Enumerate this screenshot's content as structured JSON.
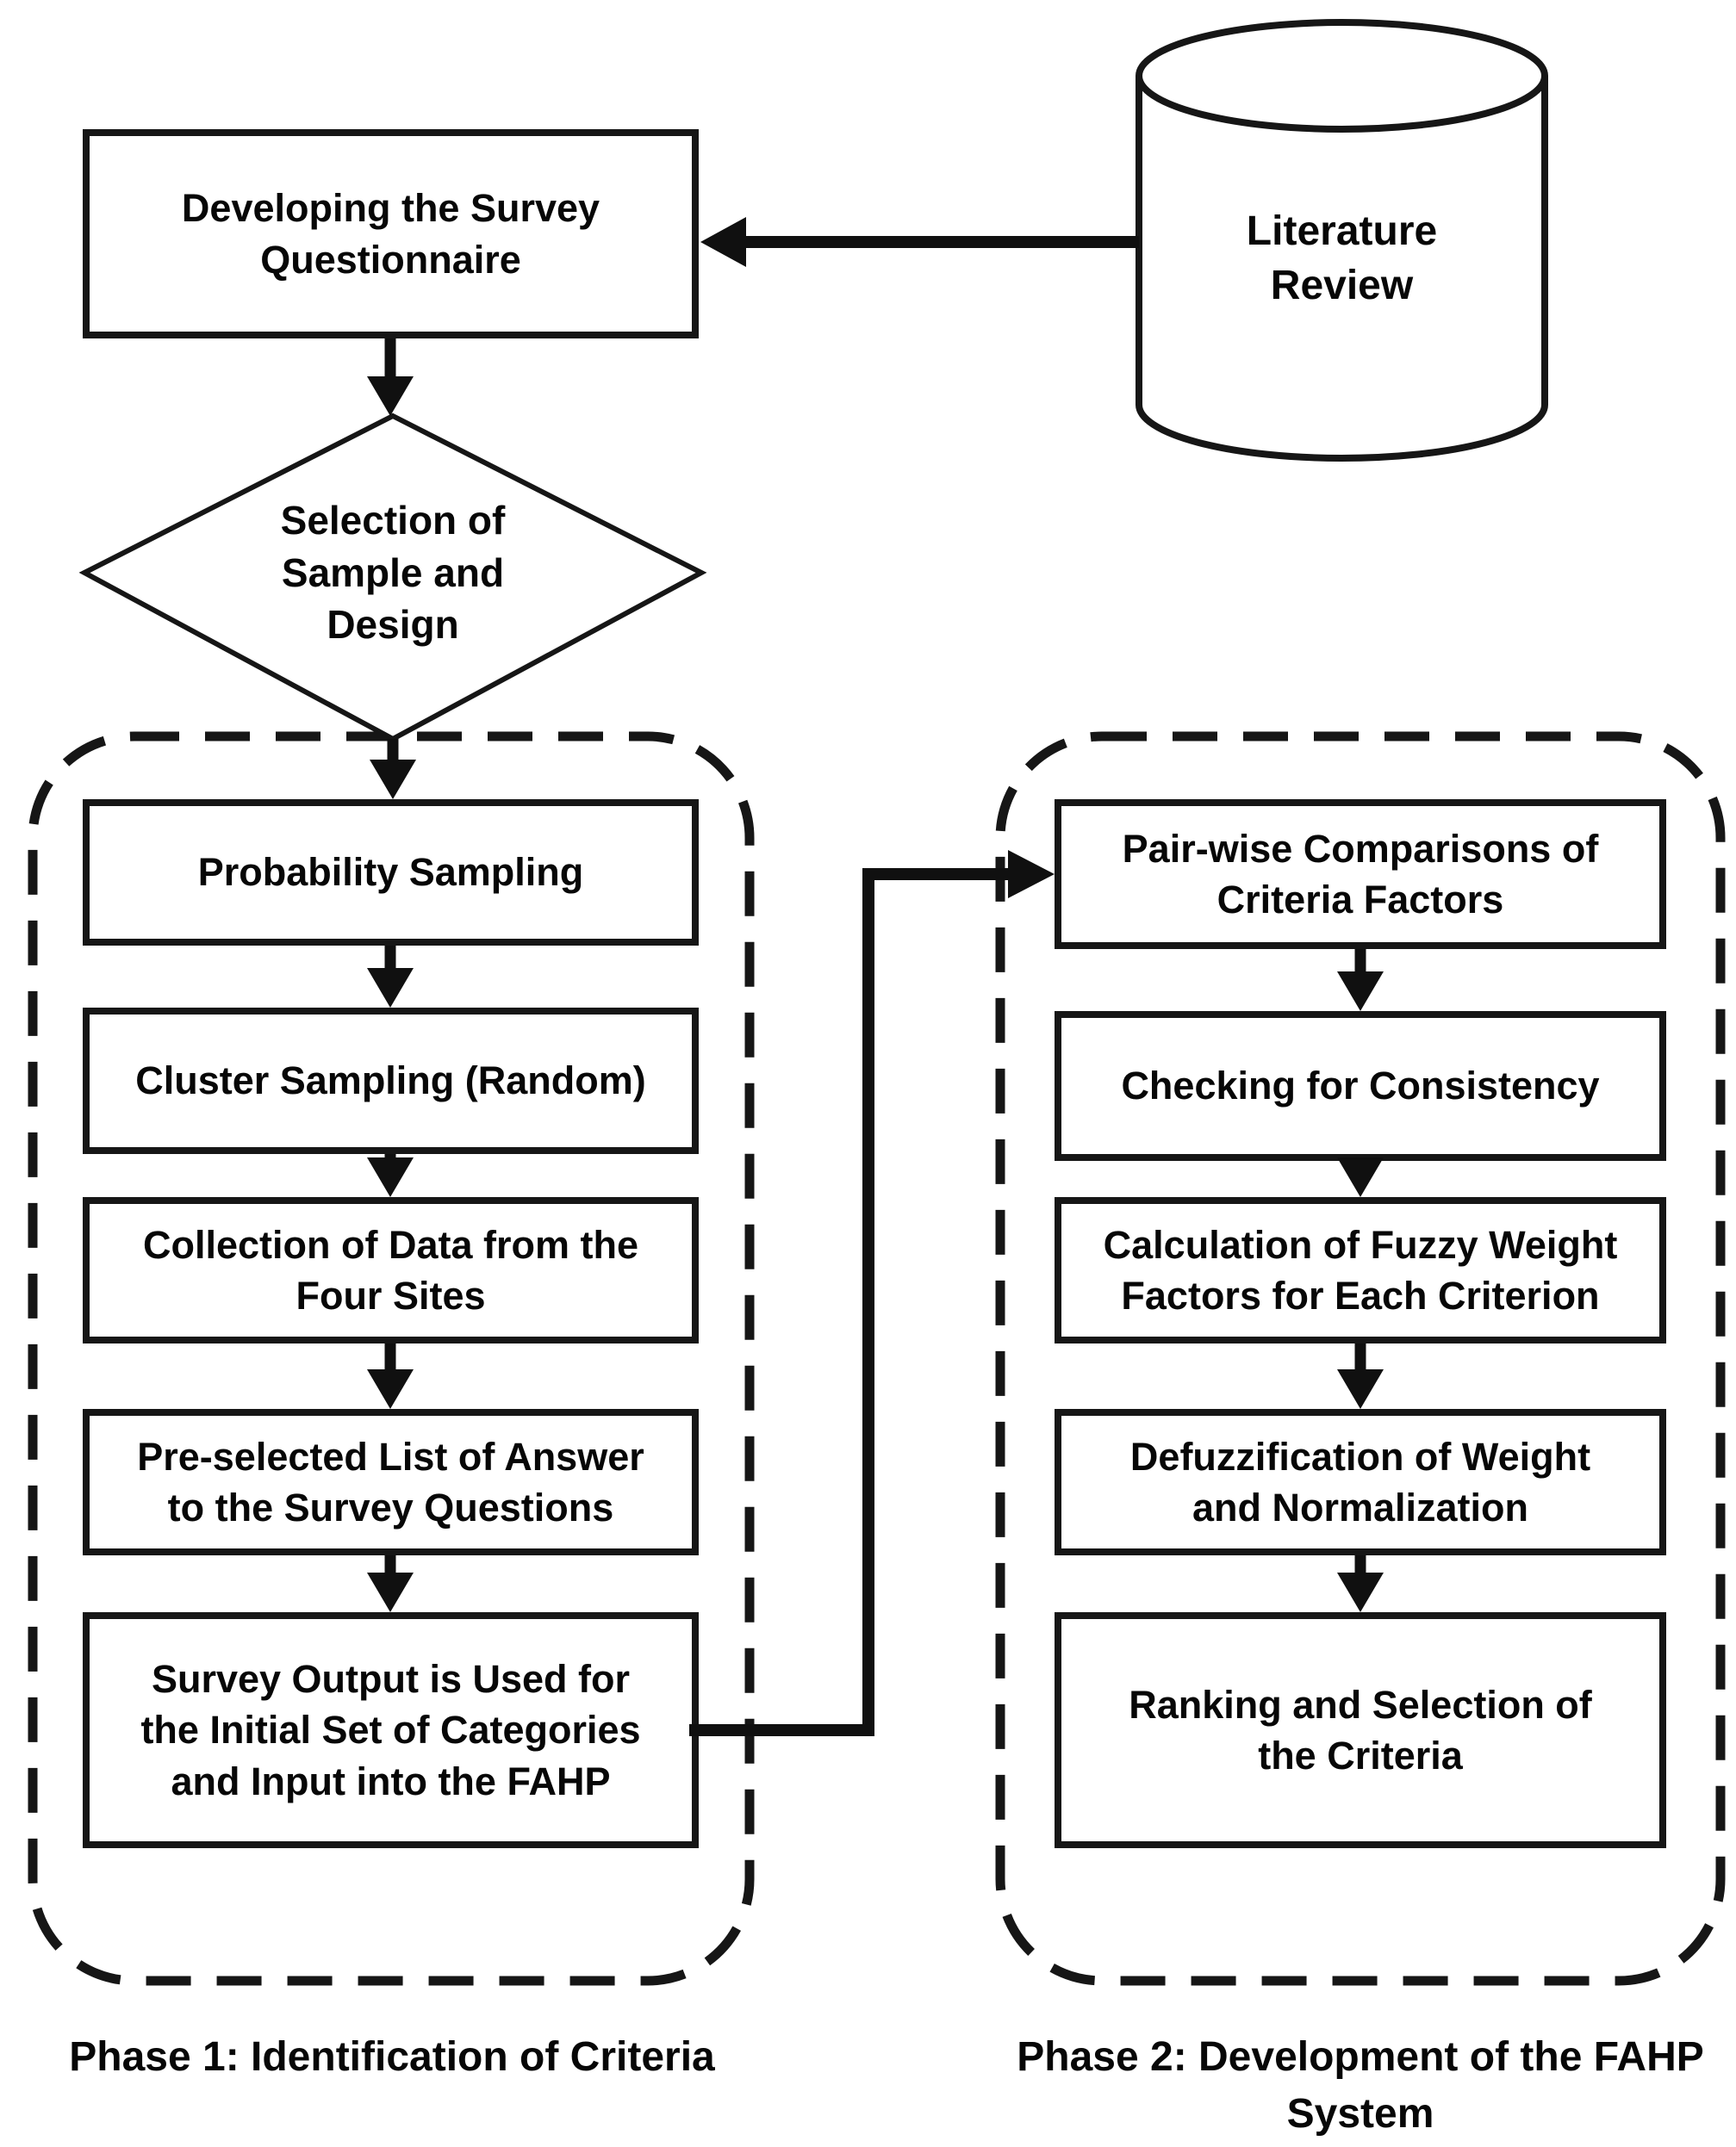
{
  "nodes": {
    "develop": "Developing the Survey\nQuestionnaire",
    "literature": "Literature\nReview",
    "selection": "Selection of\nSample and\nDesign"
  },
  "phase1": {
    "label": "Phase 1: Identification of Criteria",
    "steps": [
      "Probability Sampling",
      "Cluster Sampling (Random)",
      "Collection of Data from the\nFour Sites",
      "Pre-selected List of Answer\nto the Survey Questions",
      "Survey Output is Used for\nthe Initial Set of Categories\nand Input into the FAHP"
    ]
  },
  "phase2": {
    "label": "Phase 2: Development of the FAHP\nSystem",
    "steps": [
      "Pair-wise Comparisons of\nCriteria Factors",
      "Checking for Consistency",
      "Calculation of Fuzzy Weight\nFactors for Each Criterion",
      "Defuzzification of Weight\nand Normalization",
      "Ranking and Selection of\nthe Criteria"
    ]
  },
  "colors": {
    "ink": "#141414",
    "background": "#ffffff"
  }
}
